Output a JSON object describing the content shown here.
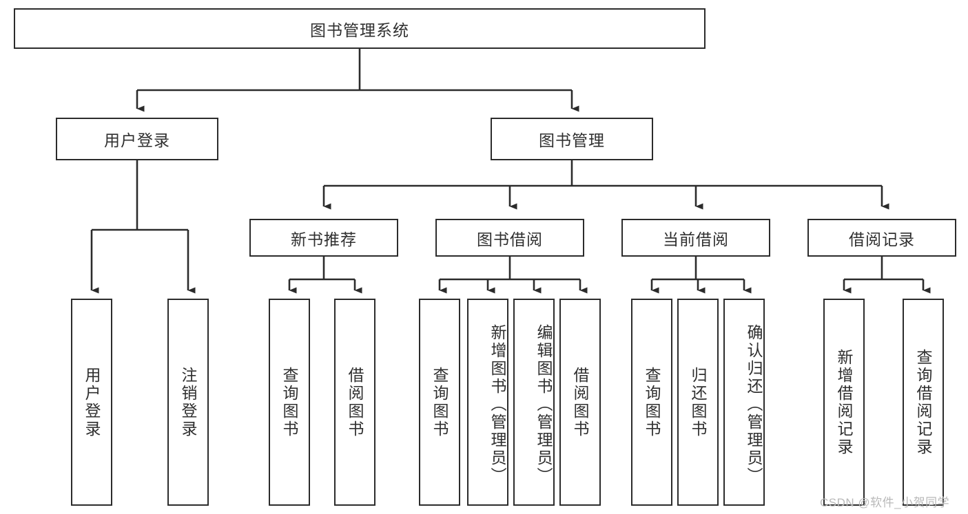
{
  "diagram": {
    "type": "tree-hierarchy-flowchart",
    "title": "图书管理系统",
    "watermark": "CSDN @软件_小贺同学",
    "colors": {
      "box_border": "#2b2b2b",
      "box_fill": "#ffffff",
      "text": "#2f2f2f",
      "edge": "#2b2b2b",
      "watermark": "#b9b9b9",
      "background": "#ffffff"
    },
    "levels": {
      "root": {
        "label": "图书管理系统"
      },
      "level2": [
        {
          "label": "用户登录"
        },
        {
          "label": "图书管理"
        }
      ],
      "level3": [
        {
          "label": "新书推荐"
        },
        {
          "label": "图书借阅"
        },
        {
          "label": "当前借阅"
        },
        {
          "label": "借阅记录"
        }
      ],
      "leaves": {
        "user_login": [
          {
            "label": "用户登录"
          },
          {
            "label": "注销登录"
          }
        ],
        "new_book_recommend": [
          {
            "label": "查询图书"
          },
          {
            "label": "借阅图书"
          }
        ],
        "book_borrow": [
          {
            "label": "查询图书"
          },
          {
            "label": "新增图书（管理员）"
          },
          {
            "label": "编辑图书（管理员）"
          },
          {
            "label": "借阅图书"
          }
        ],
        "current_borrow": [
          {
            "label": "查询图书"
          },
          {
            "label": "归还图书"
          },
          {
            "label": "确认归还（管理员）"
          }
        ],
        "borrow_record": [
          {
            "label": "新增借阅记录"
          },
          {
            "label": "查询借阅记录"
          }
        ]
      }
    }
  }
}
